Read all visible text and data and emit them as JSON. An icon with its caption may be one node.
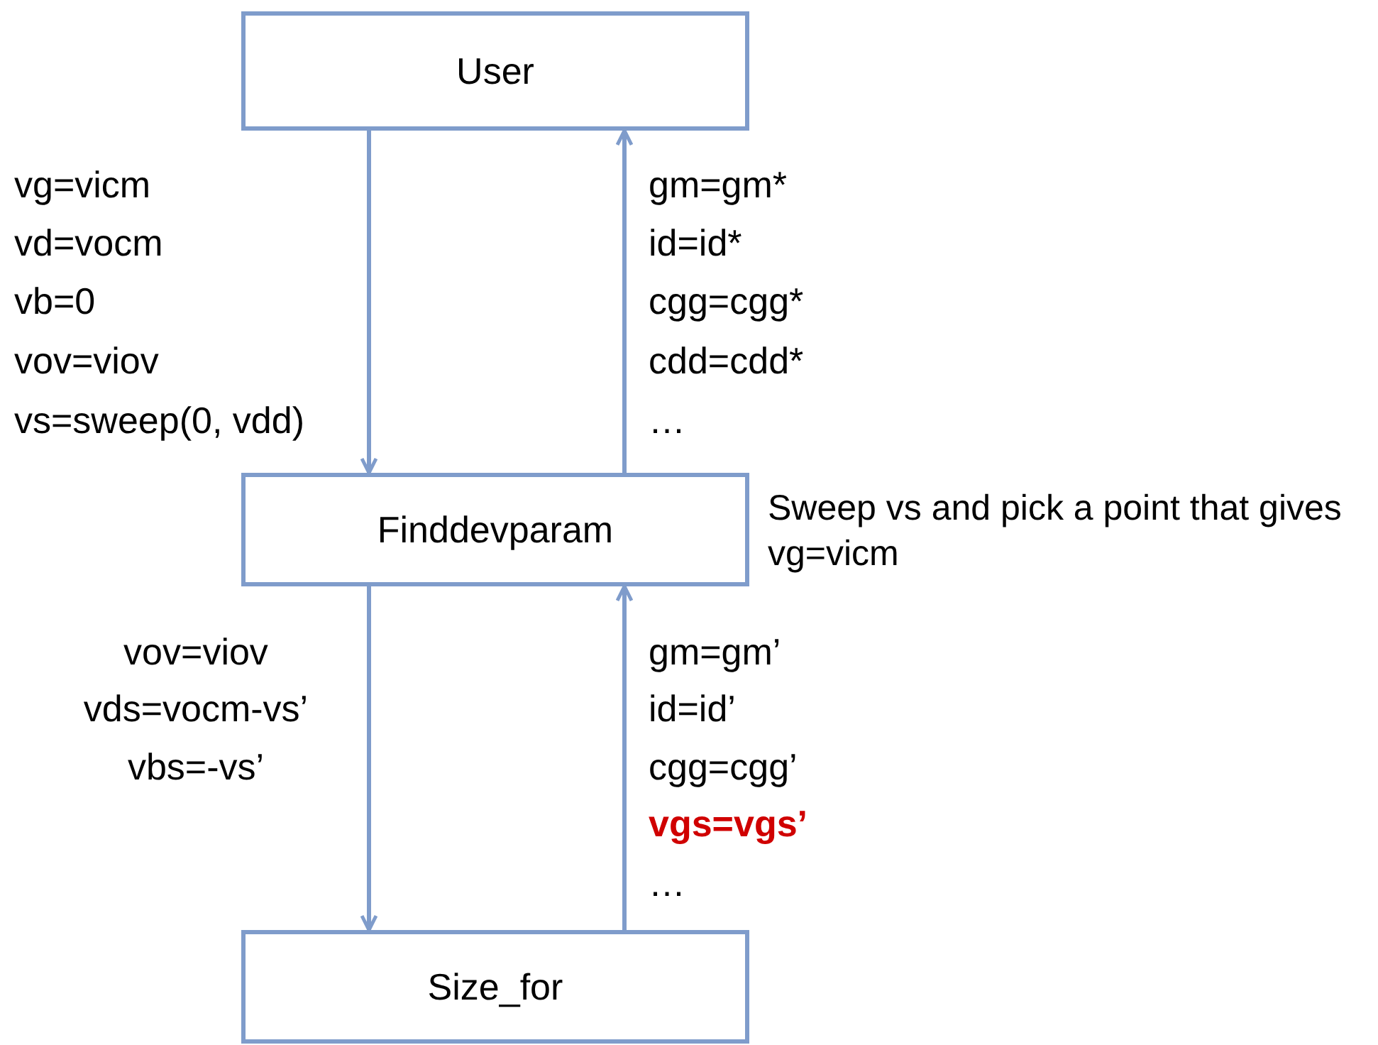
{
  "diagram": {
    "nodes": [
      {
        "text": [
          "User"
        ]
      },
      {
        "text": [
          "Finddevparam"
        ],
        "beside": [
          "Sweep vs and pick a point that gives vg=vicm"
        ]
      },
      {
        "text": [
          "Size_for"
        ]
      }
    ],
    "edges": [
      {
        "from": 0,
        "to": 1,
        "arrow": "to"
      },
      {
        "from": 1,
        "to": 0,
        "arrow": "to"
      },
      {
        "from": 1,
        "to": 2,
        "arrow": "to"
      },
      {
        "from": 2,
        "to": 1,
        "arrow": "to"
      }
    ],
    "labels": [
      "vg=vicm",
      "vd=vocm",
      "vb=0",
      "vov=viov",
      "vs=sweep(0, vdd)",
      "gm=gm*",
      "id=id*",
      "cgg=cgg*",
      "cdd=cdd*",
      "…",
      "vov=viov",
      "vds=vocm-vs’",
      "vbs=-vs’",
      "gm=gm’",
      "id=id’",
      "cgg=cgg’",
      "vgs=vgs’",
      "…"
    ]
  }
}
